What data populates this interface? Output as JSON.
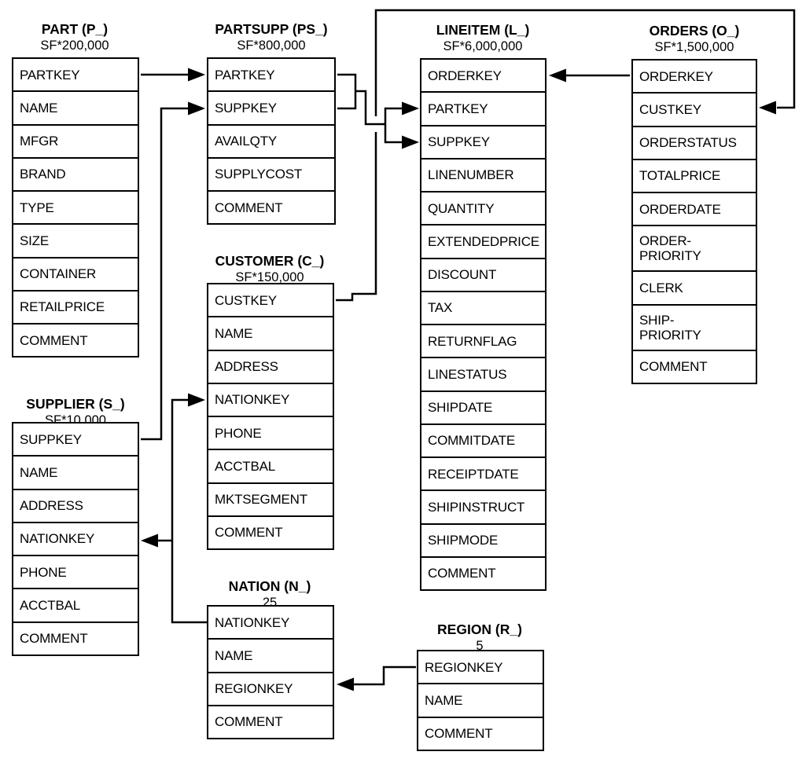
{
  "tables": {
    "part": {
      "title": "PART (P_)",
      "scale": "SF*200,000",
      "fields": [
        "PARTKEY",
        "NAME",
        "MFGR",
        "BRAND",
        "TYPE",
        "SIZE",
        "CONTAINER",
        "RETAILPRICE",
        "COMMENT"
      ]
    },
    "partsupp": {
      "title": "PARTSUPP (PS_)",
      "scale": "SF*800,000",
      "fields": [
        "PARTKEY",
        "SUPPKEY",
        "AVAILQTY",
        "SUPPLYCOST",
        "COMMENT"
      ]
    },
    "lineitem": {
      "title": "LINEITEM (L_)",
      "scale": "SF*6,000,000",
      "fields": [
        "ORDERKEY",
        "PARTKEY",
        "SUPPKEY",
        "LINENUMBER",
        "QUANTITY",
        "EXTENDEDPRICE",
        "DISCOUNT",
        "TAX",
        "RETURNFLAG",
        "LINESTATUS",
        "SHIPDATE",
        "COMMITDATE",
        "RECEIPTDATE",
        "SHIPINSTRUCT",
        "SHIPMODE",
        "COMMENT"
      ]
    },
    "orders": {
      "title": "ORDERS (O_)",
      "scale": "SF*1,500,000",
      "fields": [
        "ORDERKEY",
        "CUSTKEY",
        "ORDERSTATUS",
        "TOTALPRICE",
        "ORDERDATE",
        "ORDER-\nPRIORITY",
        "CLERK",
        "SHIP-\nPRIORITY",
        "COMMENT"
      ]
    },
    "customer": {
      "title": "CUSTOMER (C_)",
      "scale": "SF*150,000",
      "fields": [
        "CUSTKEY",
        "NAME",
        "ADDRESS",
        "NATIONKEY",
        "PHONE",
        "ACCTBAL",
        "MKTSEGMENT",
        "COMMENT"
      ]
    },
    "supplier": {
      "title": "SUPPLIER (S_)",
      "scale": "SF*10,000",
      "fields": [
        "SUPPKEY",
        "NAME",
        "ADDRESS",
        "NATIONKEY",
        "PHONE",
        "ACCTBAL",
        "COMMENT"
      ]
    },
    "nation": {
      "title": "NATION (N_)",
      "scale": "25",
      "fields": [
        "NATIONKEY",
        "NAME",
        "REGIONKEY",
        "COMMENT"
      ]
    },
    "region": {
      "title": "REGION (R_)",
      "scale": "5",
      "fields": [
        "REGIONKEY",
        "NAME",
        "COMMENT"
      ]
    }
  },
  "relationships": [
    {
      "from": "PART.PARTKEY",
      "to": "PARTSUPP.PARTKEY"
    },
    {
      "from": "SUPPLIER.SUPPKEY",
      "to": "PARTSUPP.SUPPKEY"
    },
    {
      "from": "PARTSUPP.PARTKEY",
      "to": "LINEITEM.PARTKEY"
    },
    {
      "from": "PARTSUPP.SUPPKEY",
      "to": "LINEITEM.SUPPKEY"
    },
    {
      "from": "ORDERS.ORDERKEY",
      "to": "LINEITEM.ORDERKEY"
    },
    {
      "from": "CUSTOMER.CUSTKEY",
      "to": "ORDERS.CUSTKEY"
    },
    {
      "from": "NATION.NATIONKEY",
      "to": "CUSTOMER.NATIONKEY"
    },
    {
      "from": "NATION.NATIONKEY",
      "to": "SUPPLIER.NATIONKEY"
    },
    {
      "from": "REGION.REGIONKEY",
      "to": "NATION.REGIONKEY"
    }
  ],
  "colors": {
    "line": "#000000",
    "text": "#000000",
    "background": "#ffffff"
  }
}
